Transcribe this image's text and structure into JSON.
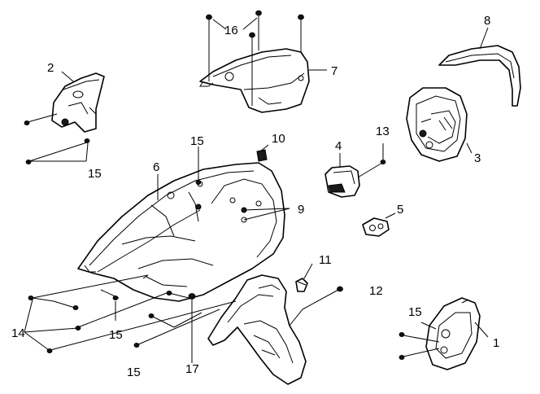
{
  "callouts": {
    "c1": "1",
    "c2": "2",
    "c3": "3",
    "c4": "4",
    "c5": "5",
    "c6": "6",
    "c7": "7",
    "c8": "8",
    "c9": "9",
    "c10": "10",
    "c11": "11",
    "c12": "12",
    "c13": "13",
    "c14": "14",
    "c15a": "15",
    "c15b": "15",
    "c15c": "15",
    "c15d": "15",
    "c15e": "15",
    "c16": "16",
    "c17": "17"
  }
}
